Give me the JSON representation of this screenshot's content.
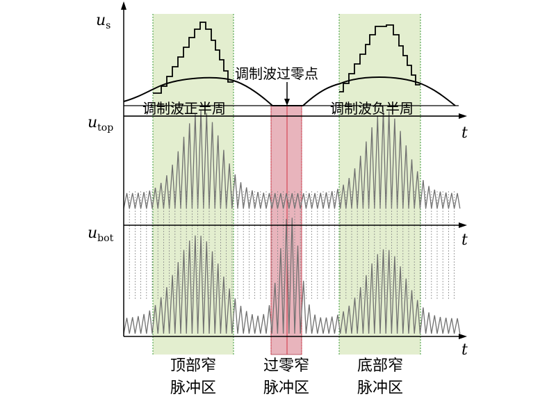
{
  "axes": {
    "us": {
      "var": "u",
      "sub": "s"
    },
    "utop": {
      "var": "u",
      "sub": "top"
    },
    "ubot": {
      "var": "u",
      "sub": "bot"
    },
    "t": "t"
  },
  "annotations": {
    "pos_half": "调制波正半周",
    "neg_half": "调制波负半周",
    "zero_cross": "调制波过零点"
  },
  "regions": [
    {
      "line1": "顶部窄",
      "line2": "脉冲区"
    },
    {
      "line1": "过零窄",
      "line2": "脉冲区"
    },
    {
      "line1": "底部窄",
      "line2": "脉冲区"
    }
  ],
  "colors": {
    "region_fill": "#e3eecf",
    "region_border": "#3a9a3a",
    "zero_fill": "#e8b4bc",
    "zero_border": "#d03040",
    "wave": "#777777",
    "staircase": "#000000"
  }
}
